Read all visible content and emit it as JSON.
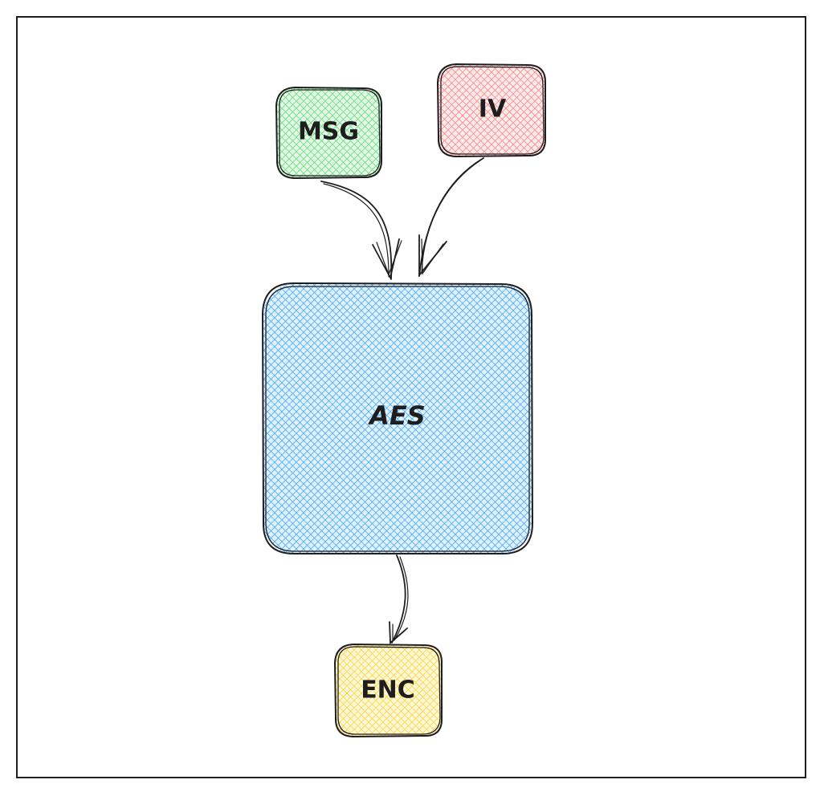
{
  "nodes": [
    {
      "id": "msg",
      "label": "MSG",
      "fill": "#b2f2bb",
      "hatch": "#69db7c"
    },
    {
      "id": "iv",
      "label": "IV",
      "fill": "#ffc9c9",
      "hatch": "#ff8787"
    },
    {
      "id": "aes",
      "label": "AES",
      "fill": "#a5d8ff",
      "hatch": "#4dabf7"
    },
    {
      "id": "enc",
      "label": "ENC",
      "fill": "#ffec99",
      "hatch": "#ffd43b"
    }
  ],
  "edges": [
    {
      "from": "msg",
      "to": "aes"
    },
    {
      "from": "iv",
      "to": "aes"
    },
    {
      "from": "aes",
      "to": "enc"
    }
  ],
  "colors": {
    "stroke": "#1e1e1e",
    "background": "#ffffff"
  }
}
